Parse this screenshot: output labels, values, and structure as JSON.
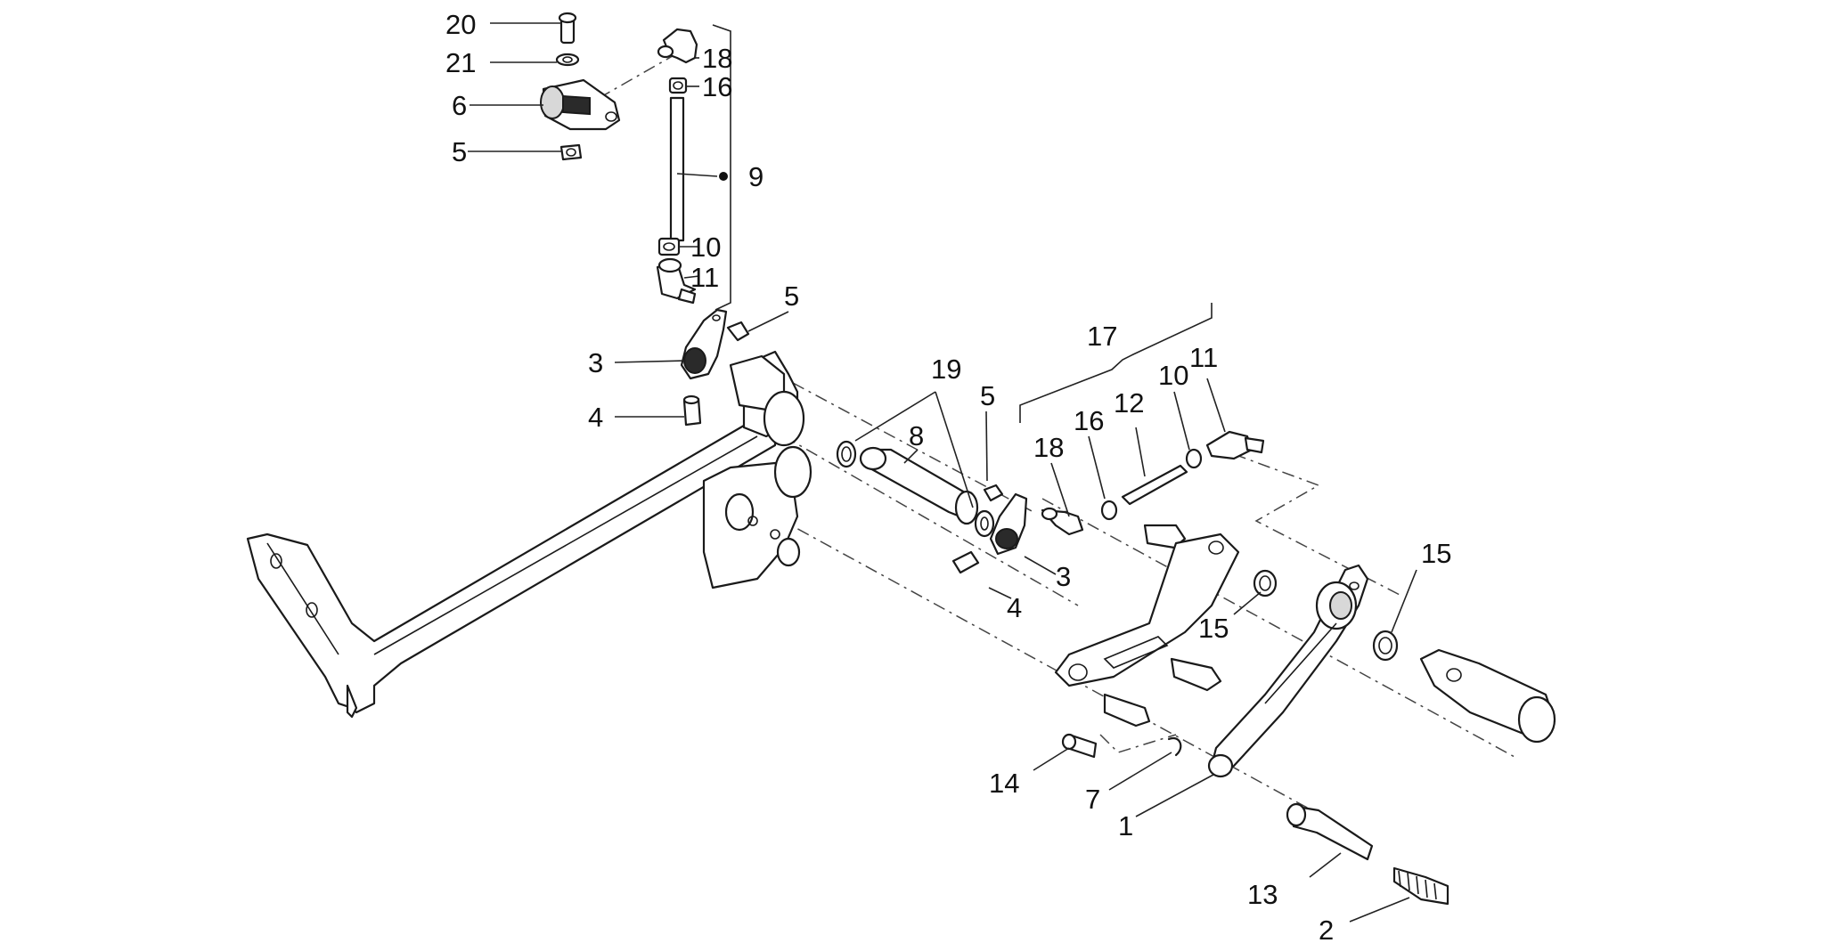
{
  "diagram": {
    "callouts": [
      {
        "id": "c20",
        "text": "20"
      },
      {
        "id": "c21",
        "text": "21"
      },
      {
        "id": "c6",
        "text": "6"
      },
      {
        "id": "c5a",
        "text": "5"
      },
      {
        "id": "c18a",
        "text": "18"
      },
      {
        "id": "c16a",
        "text": "16"
      },
      {
        "id": "c9",
        "text": "9"
      },
      {
        "id": "c10a",
        "text": "10"
      },
      {
        "id": "c11a",
        "text": "11"
      },
      {
        "id": "c5b",
        "text": "5"
      },
      {
        "id": "c3a",
        "text": "3"
      },
      {
        "id": "c4a",
        "text": "4"
      },
      {
        "id": "c17",
        "text": "17"
      },
      {
        "id": "c19",
        "text": "19"
      },
      {
        "id": "c5c",
        "text": "5"
      },
      {
        "id": "c8",
        "text": "8"
      },
      {
        "id": "c18b",
        "text": "18"
      },
      {
        "id": "c16b",
        "text": "16"
      },
      {
        "id": "c12",
        "text": "12"
      },
      {
        "id": "c10b",
        "text": "10"
      },
      {
        "id": "c11b",
        "text": "11"
      },
      {
        "id": "c3b",
        "text": "3"
      },
      {
        "id": "c4b",
        "text": "4"
      },
      {
        "id": "c15a",
        "text": "15"
      },
      {
        "id": "c15b",
        "text": "15"
      },
      {
        "id": "c14",
        "text": "14"
      },
      {
        "id": "c7",
        "text": "7"
      },
      {
        "id": "c1",
        "text": "1"
      },
      {
        "id": "c13",
        "text": "13"
      },
      {
        "id": "c2",
        "text": "2"
      }
    ]
  }
}
